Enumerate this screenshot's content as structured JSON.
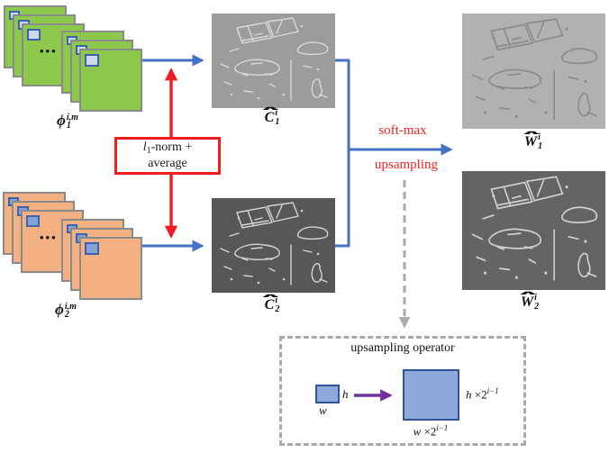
{
  "diagram": {
    "stack1": {
      "base": "ϕ",
      "sup": "i,m",
      "sub": "1",
      "dots": "•••"
    },
    "stack2": {
      "base": "ϕ",
      "sup": "i,m",
      "sub": "2",
      "dots": "•••"
    },
    "norm_box": {
      "var": "l",
      "var_sub": "1",
      "line1_rest": "-norm +",
      "line2": "average"
    },
    "map_c1": {
      "hat": "∧",
      "base": "C",
      "sup": "i",
      "sub": "1"
    },
    "map_c2": {
      "hat": "∧",
      "base": "C",
      "sup": "i",
      "sub": "2"
    },
    "map_w1": {
      "hat": "∧",
      "base": "W",
      "sup": "i",
      "sub": "1"
    },
    "map_w2": {
      "hat": "∧",
      "base": "W",
      "sup": "i",
      "sub": "2"
    },
    "flow": {
      "softmax": "soft-max",
      "upsampling": "upsampling"
    },
    "upsample_box": {
      "title": "upsampling operator",
      "small_h": "h",
      "small_w": "w",
      "large_h": {
        "var": "h",
        "times": "×",
        "base": "2",
        "sup": "i−1"
      },
      "large_w": {
        "var": "w",
        "times": "×",
        "base": "2",
        "sup": "i−1"
      }
    },
    "colors": {
      "stack1_fill": "#8dc74b",
      "stack2_fill": "#f3b183",
      "stack_border": "#8a8a8a",
      "corner_on_green": "#cdd9eb",
      "corner_on_orange": "#84a1d8",
      "corner_border": "#3a63ae",
      "arrow_blue": "#4472c4",
      "arrow_red": "#ee1c25",
      "arrow_purple": "#7030a0",
      "dashed_gray": "#a9a9a9",
      "upsample_fill": "#8fa9dc",
      "upsample_border": "#2d5597",
      "map_c1_bg": "#9c9c9c",
      "map_c2_bg": "#575757",
      "map_w1_bg": "#b1b1b1",
      "map_w2_bg": "#646464"
    }
  }
}
